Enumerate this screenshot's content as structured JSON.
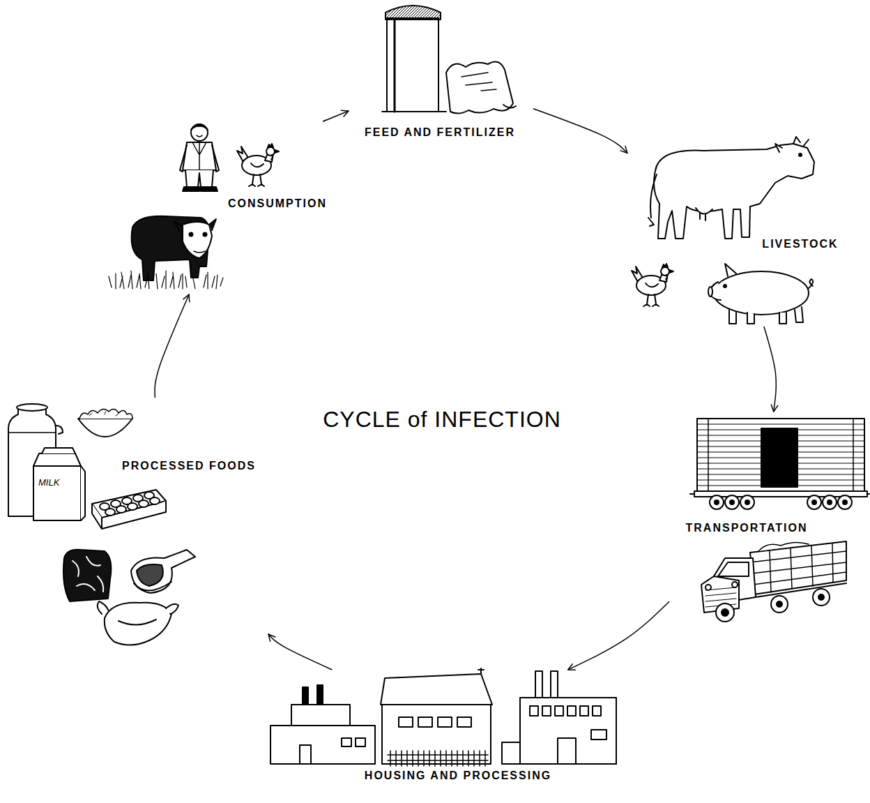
{
  "diagram": {
    "title": "CYCLE of INFECTION",
    "nodes": [
      {
        "text": [
          "FEED AND FERTILIZER"
        ]
      },
      {
        "text": [
          "LIVESTOCK"
        ]
      },
      {
        "text": [
          "TRANSPORTATION"
        ]
      },
      {
        "text": [
          "HOUSING AND PROCESSING"
        ]
      },
      {
        "text": [
          "PROCESSED FOODS"
        ]
      },
      {
        "text": [
          "CONSUMPTION"
        ]
      }
    ],
    "edges": [
      {
        "from": 5,
        "to": 0,
        "arrow": "to"
      },
      {
        "from": 0,
        "to": 1,
        "arrow": "to"
      },
      {
        "from": 1,
        "to": 2,
        "arrow": "to"
      },
      {
        "from": 2,
        "to": 3,
        "arrow": "to"
      },
      {
        "from": 3,
        "to": 4,
        "arrow": "to"
      },
      {
        "from": 4,
        "to": 5,
        "arrow": "to"
      }
    ],
    "labels": [
      "MILK"
    ]
  }
}
